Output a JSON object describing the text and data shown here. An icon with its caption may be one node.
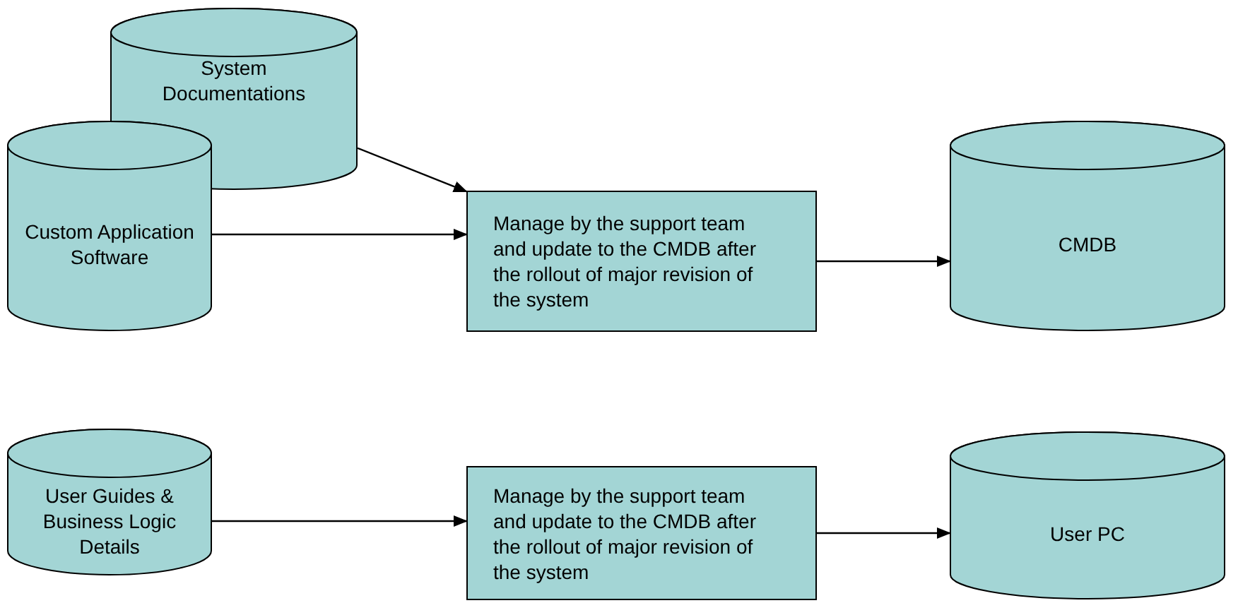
{
  "diagram": {
    "nodes": [
      {
        "text": [
          "System Documentations"
        ]
      },
      {
        "text": [
          "Custom Application Software"
        ]
      },
      {
        "text": [
          "Manage by the support team and update to the CMDB after the rollout of major revision of the system"
        ]
      },
      {
        "text": [
          "CMDB"
        ]
      },
      {
        "text": [
          "User Guides & Business Logic Details"
        ]
      },
      {
        "text": [
          "Manage by the support team and update to the CMDB after the rollout of major revision of the system"
        ]
      },
      {
        "text": [
          "User PC"
        ]
      }
    ],
    "edges": [
      {
        "from": 0,
        "to": 2,
        "arrow": "to"
      },
      {
        "from": 1,
        "to": 2,
        "arrow": "to"
      },
      {
        "from": 2,
        "to": 3,
        "arrow": "to"
      },
      {
        "from": 4,
        "to": 5,
        "arrow": "to"
      },
      {
        "from": 5,
        "to": 6,
        "arrow": "to"
      }
    ]
  }
}
